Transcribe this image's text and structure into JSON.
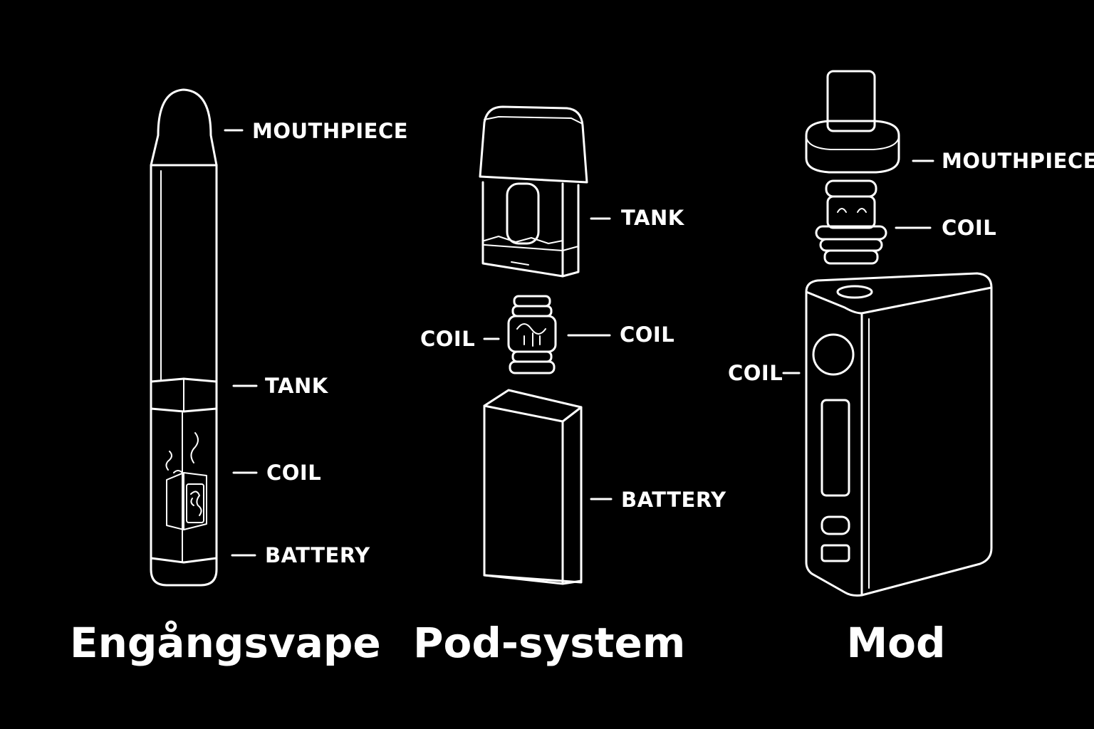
{
  "colors": {
    "background": "#000000",
    "line": "#ffffff"
  },
  "devices": {
    "disposable": {
      "title": "Engångsvape",
      "labels": {
        "mouthpiece": "MOUTHPIECE",
        "tank": "TANK",
        "coil": "COIL",
        "battery": "BATTERY"
      }
    },
    "pod": {
      "title": "Pod-system",
      "labels": {
        "tank": "TANK",
        "coil_left": "COIL",
        "coil_right": "COIL",
        "battery": "BATTERY"
      }
    },
    "mod": {
      "title": "Mod",
      "labels": {
        "mouthpiece": "MOUTHPIECE",
        "coil_top": "COIL",
        "coil_side": "COIL"
      }
    }
  }
}
